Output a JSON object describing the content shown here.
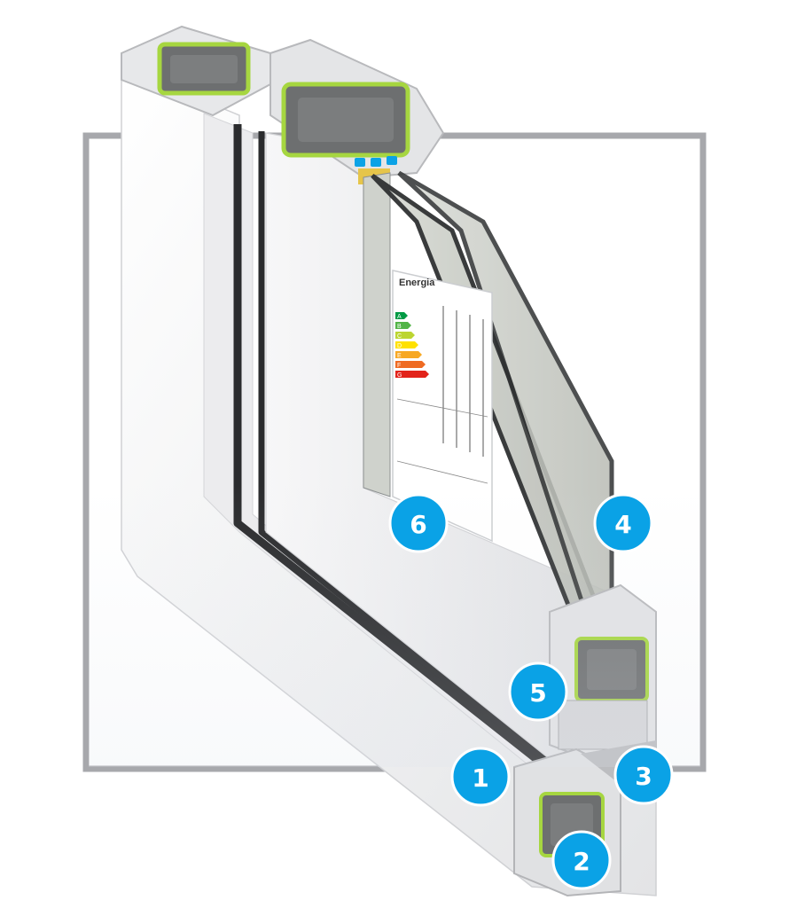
{
  "colors": {
    "badge": "#0aa2e6",
    "frame_line": "#a7a8ac",
    "pvc": "#eeeeef",
    "pvc_shadow": "#cfd0d3",
    "gasket": "#2b2c2e",
    "steel": "#6d6f70",
    "steel_outline": "#a6d640",
    "glass": "#9aa0a3"
  },
  "callouts": [
    {
      "number": "1"
    },
    {
      "number": "2"
    },
    {
      "number": "3"
    },
    {
      "number": "4"
    },
    {
      "number": "5"
    },
    {
      "number": "6"
    }
  ],
  "energy_label": {
    "title": "Energia",
    "classes": [
      "A",
      "B",
      "C",
      "D",
      "E",
      "F",
      "G"
    ],
    "class_colors": [
      "#009a44",
      "#52b447",
      "#bcd531",
      "#ffe100",
      "#f7a823",
      "#ef6b22",
      "#e2231a"
    ]
  }
}
